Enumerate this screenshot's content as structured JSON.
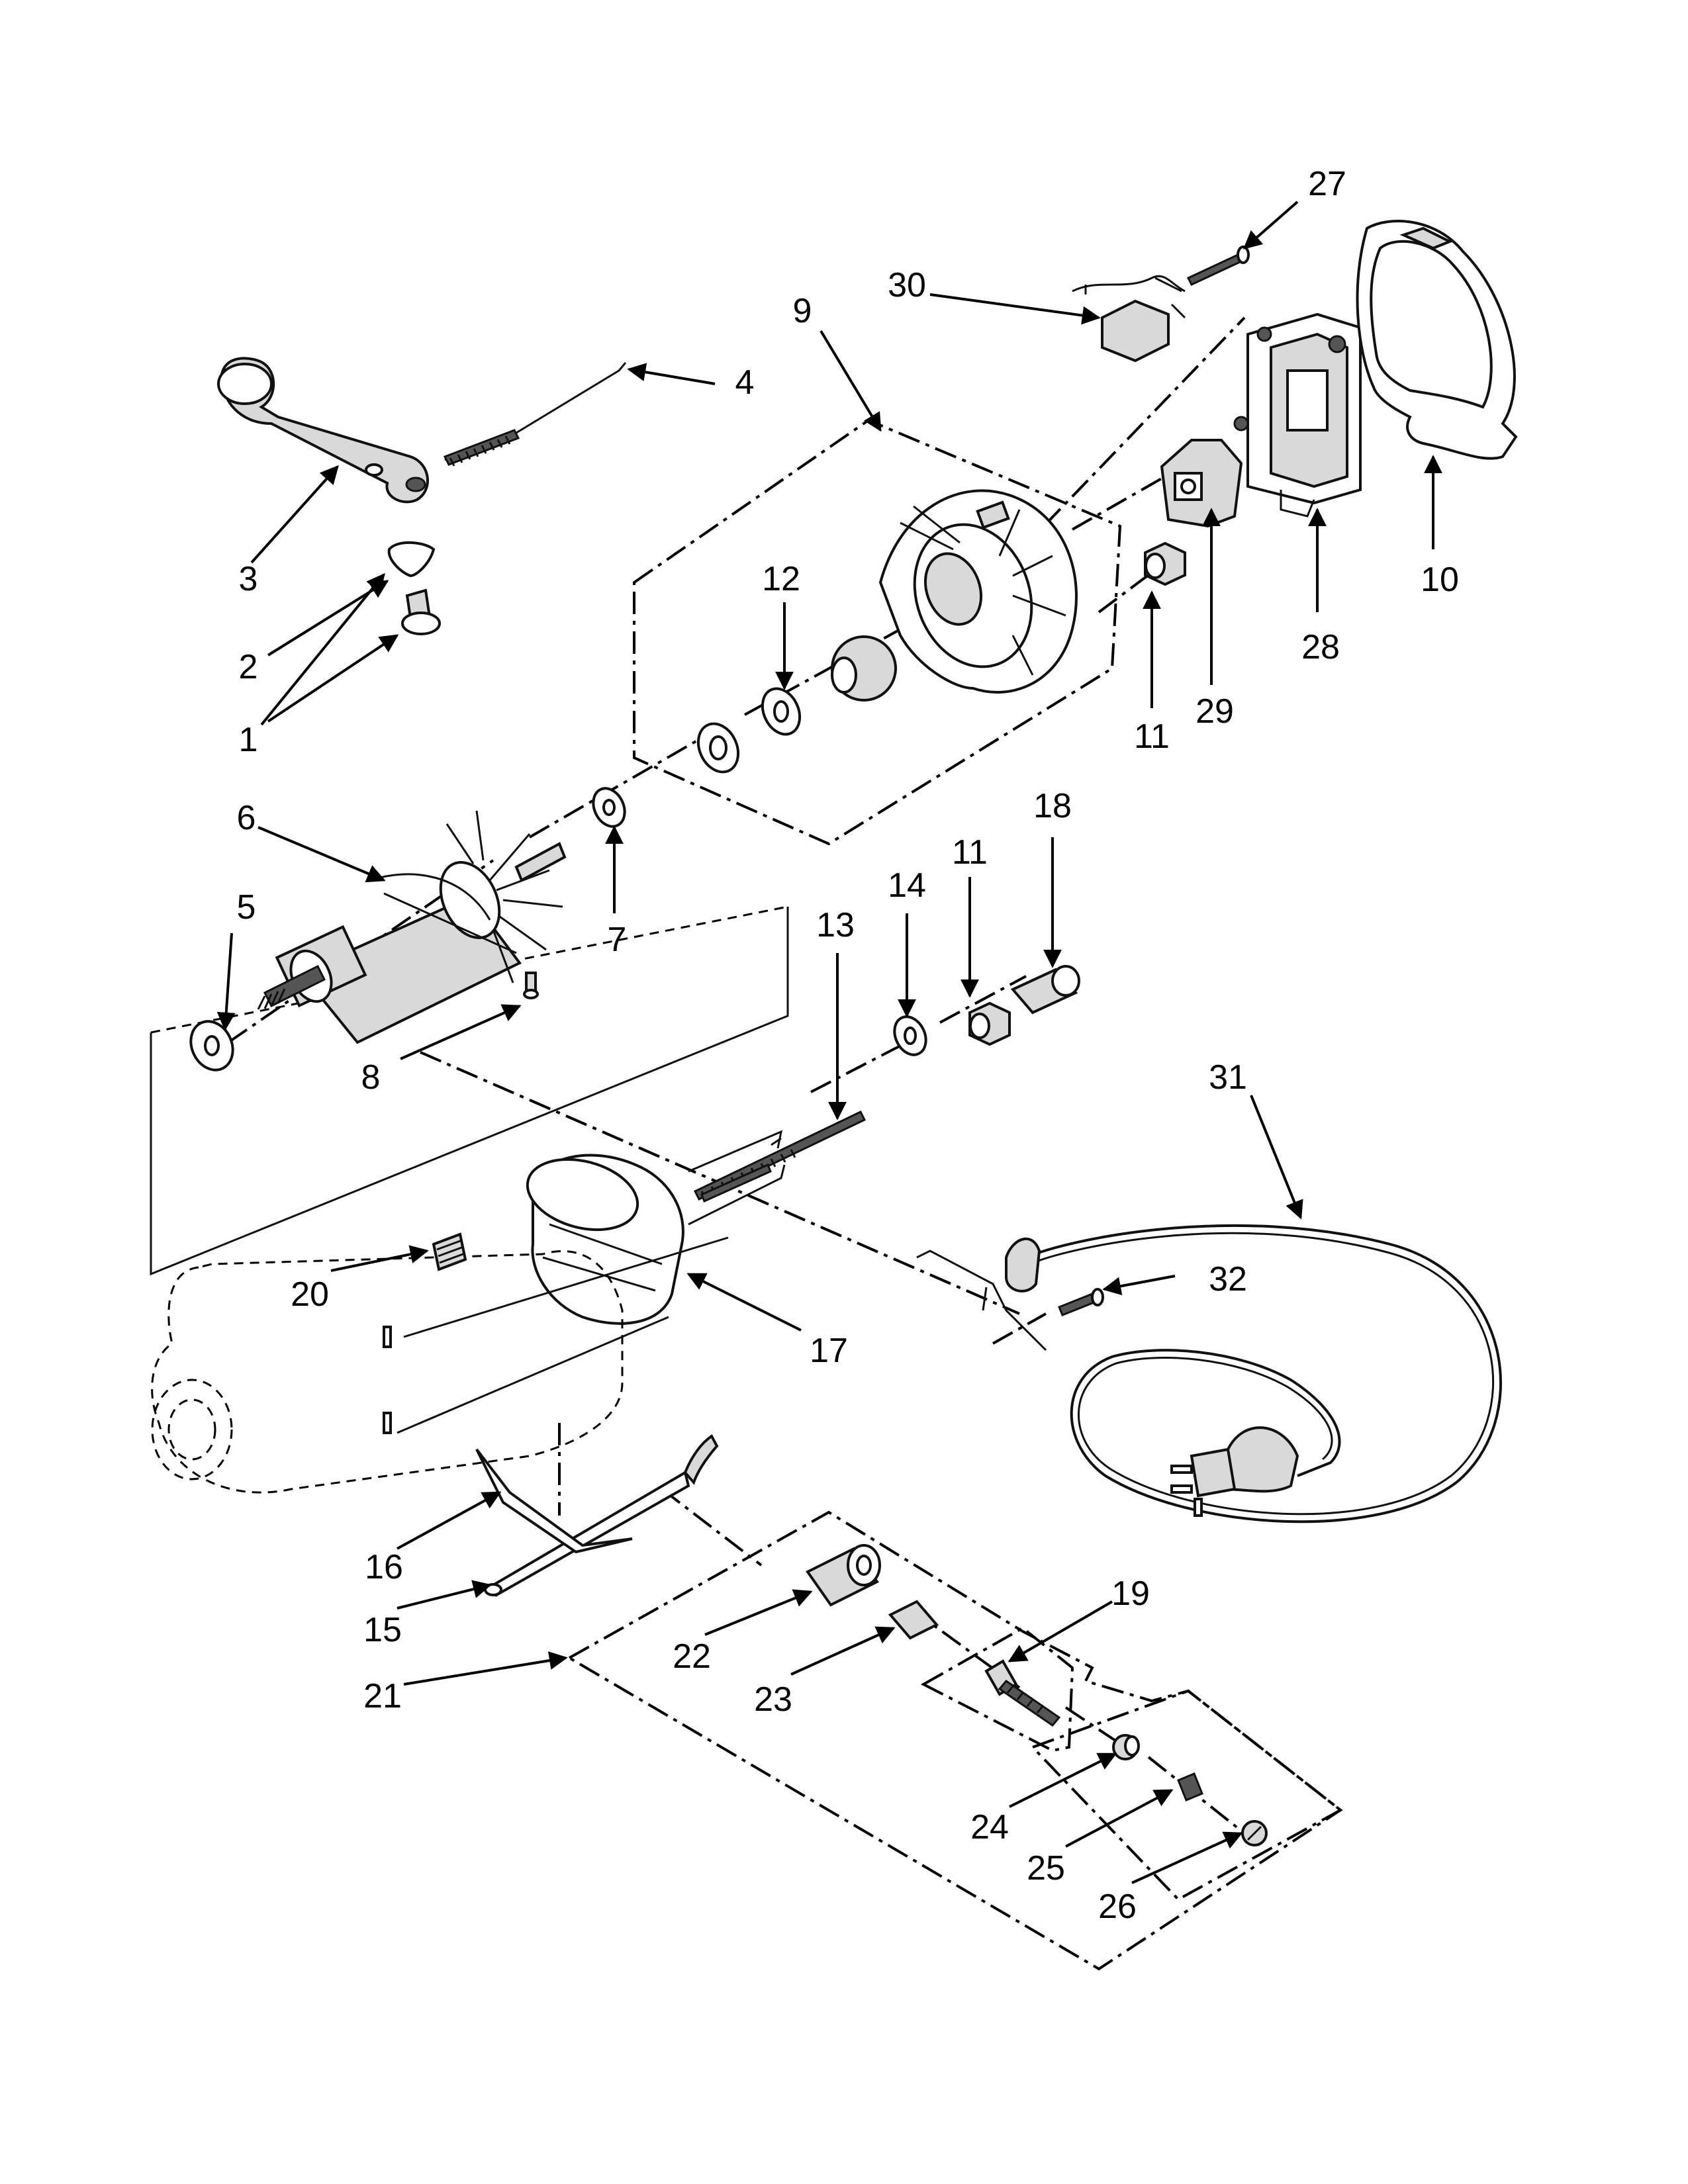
{
  "diagram": {
    "callouts": [
      {
        "id": "c1",
        "label": "1"
      },
      {
        "id": "c2",
        "label": "2"
      },
      {
        "id": "c3",
        "label": "3"
      },
      {
        "id": "c4",
        "label": "4"
      },
      {
        "id": "c5",
        "label": "5"
      },
      {
        "id": "c6",
        "label": "6"
      },
      {
        "id": "c7",
        "label": "7"
      },
      {
        "id": "c8",
        "label": "8"
      },
      {
        "id": "c9",
        "label": "9"
      },
      {
        "id": "c10",
        "label": "10"
      },
      {
        "id": "c11a",
        "label": "11"
      },
      {
        "id": "c11b",
        "label": "11"
      },
      {
        "id": "c12",
        "label": "12"
      },
      {
        "id": "c13",
        "label": "13"
      },
      {
        "id": "c14",
        "label": "14"
      },
      {
        "id": "c15",
        "label": "15"
      },
      {
        "id": "c16",
        "label": "16"
      },
      {
        "id": "c17",
        "label": "17"
      },
      {
        "id": "c18",
        "label": "18"
      },
      {
        "id": "c19",
        "label": "19"
      },
      {
        "id": "c20",
        "label": "20"
      },
      {
        "id": "c21",
        "label": "21"
      },
      {
        "id": "c22",
        "label": "22"
      },
      {
        "id": "c23",
        "label": "23"
      },
      {
        "id": "c24",
        "label": "24"
      },
      {
        "id": "c25",
        "label": "25"
      },
      {
        "id": "c26",
        "label": "26"
      },
      {
        "id": "c27",
        "label": "27"
      },
      {
        "id": "c28",
        "label": "28"
      },
      {
        "id": "c29",
        "label": "29"
      },
      {
        "id": "c30",
        "label": "30"
      },
      {
        "id": "c31",
        "label": "31"
      },
      {
        "id": "c32",
        "label": "32"
      }
    ]
  }
}
